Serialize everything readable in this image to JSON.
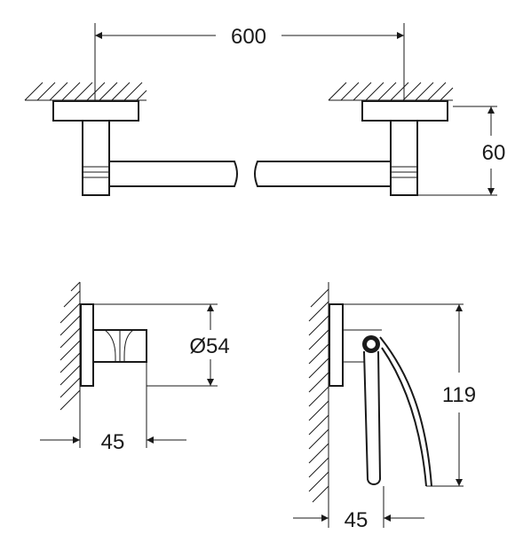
{
  "dimensions": {
    "towel_bar_length": "600",
    "towel_bar_projection": "60",
    "hook_diameter": "Ø54",
    "hook_projection": "45",
    "paper_holder_height": "119",
    "paper_holder_projection": "45"
  }
}
